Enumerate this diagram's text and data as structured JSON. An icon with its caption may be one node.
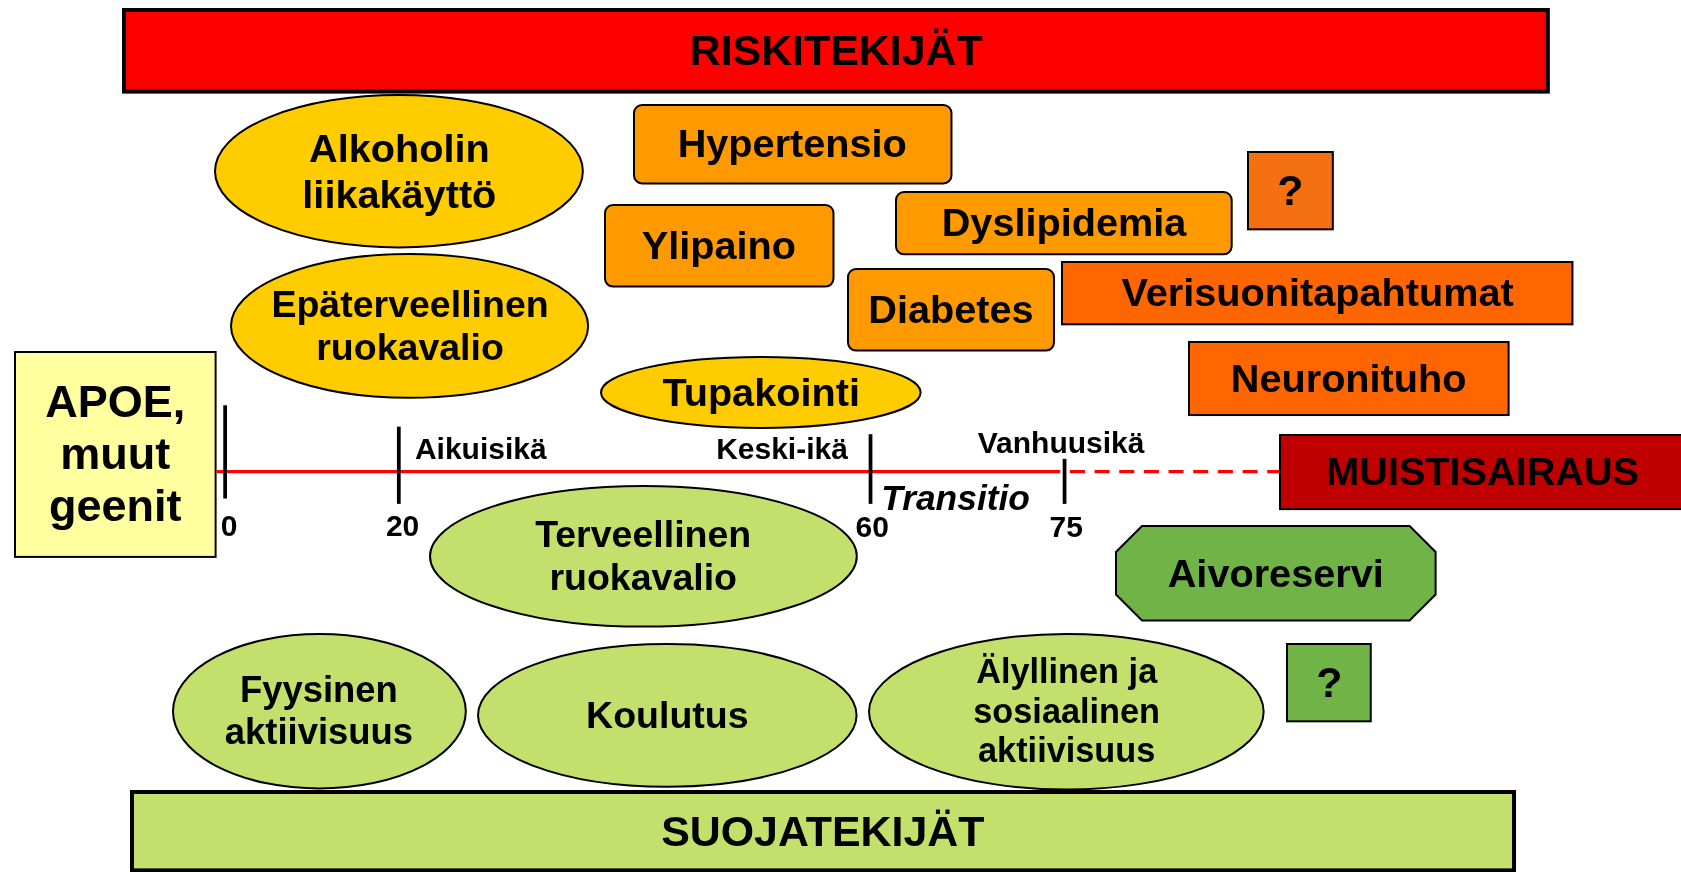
{
  "diagram": {
    "nodes": [
      {
        "text": [
          "RISKITEKIJÄT"
        ]
      },
      {
        "text": [
          "Alkoholin liikakäyttö"
        ]
      },
      {
        "text": [
          "Hypertensio"
        ]
      },
      {
        "text": [
          "Dyslipidemia"
        ]
      },
      {
        "text": [
          "?"
        ]
      },
      {
        "text": [
          "Ylipaino"
        ]
      },
      {
        "text": [
          "Verisuonitapahtumat"
        ]
      },
      {
        "text": [
          "Epäterveellinen ruokavalio"
        ]
      },
      {
        "text": [
          "Diabetes"
        ]
      },
      {
        "text": [
          "Neuronituho"
        ]
      },
      {
        "text": [
          "APOE, muut geenit"
        ]
      },
      {
        "text": [
          "Tupakointi"
        ]
      },
      {
        "text": [
          "MUISTISAIRAUS"
        ]
      },
      {
        "text": [
          "Terveellinen ruokavalio"
        ]
      },
      {
        "text": [
          "Aivoreservi"
        ]
      },
      {
        "text": [
          "Fyysinen aktiivisuus"
        ]
      },
      {
        "text": [
          "Älyllinen ja sosiaalinen aktiivisuus"
        ]
      },
      {
        "text": [
          "?"
        ]
      },
      {
        "text": [
          "Koulutus"
        ]
      },
      {
        "text": [
          "SUOJATEKIJÄT"
        ]
      }
    ],
    "edges": [
      {
        "from": 10,
        "to": 12,
        "arrow": "none",
        "color": "#ff0000"
      }
    ],
    "labels": [
      "Aikuisikä",
      "Keski-ikä",
      "Vanhuusikä",
      "Transitio",
      "0",
      "20",
      "60",
      "75"
    ]
  }
}
